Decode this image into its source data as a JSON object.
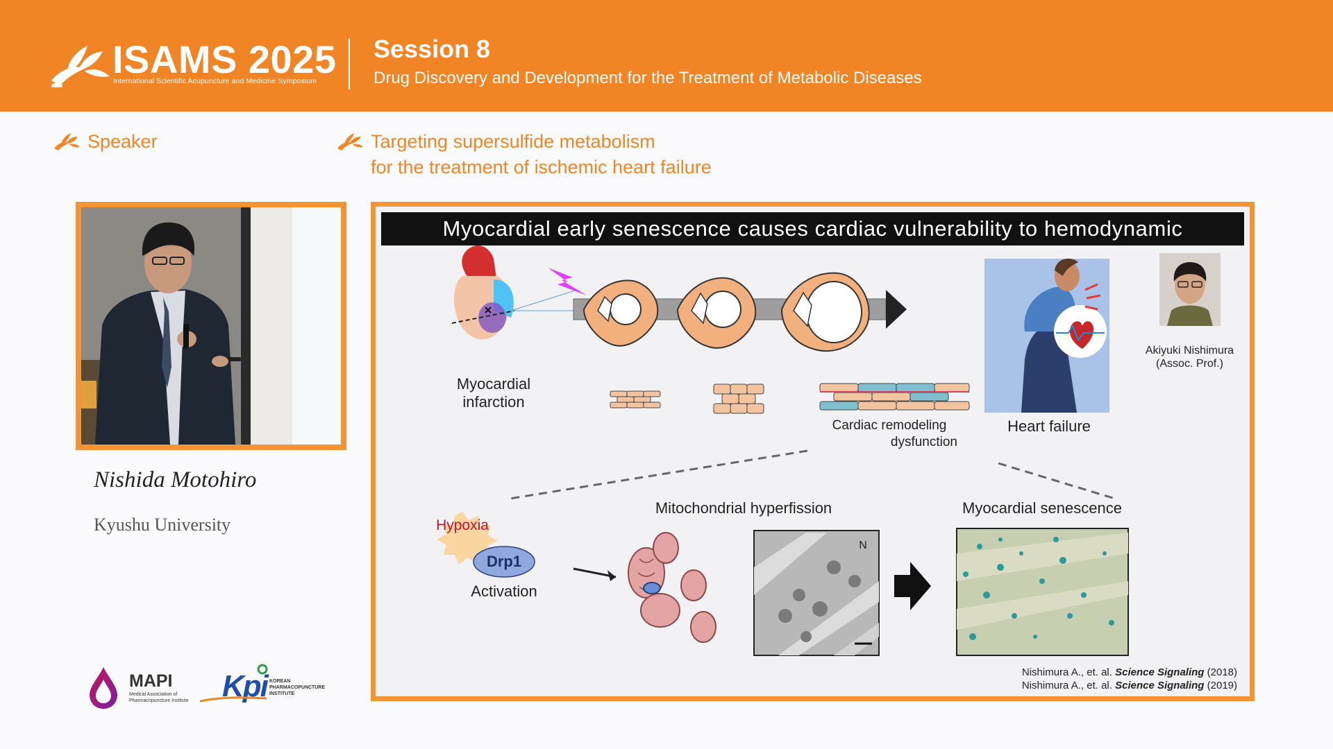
{
  "header": {
    "logo_title": "ISAMS 2025",
    "logo_subtitle": "International Scientific Acupuncture and Medicine Symposium",
    "session_title": "Session 8",
    "session_subtitle": "Drug Discovery and Development for the Treatment of Metabolic Diseases"
  },
  "sections": {
    "speaker_label": "Speaker",
    "talk_title_line1": "Targeting supersulfide metabolism",
    "talk_title_line2": "for the treatment of ischemic heart failure"
  },
  "speaker": {
    "name": "Nishida Motohiro",
    "affiliation": "Kyushu University"
  },
  "footer": {
    "mapi_name": "MAPI",
    "mapi_sub1": "Medical Association of",
    "mapi_sub2": "Pharmacopuncture Institute",
    "kpi_name": "KPI",
    "kpi_sub1": "KOREAN",
    "kpi_sub2": "PHARMACOPUNCTURE",
    "kpi_sub3": "INSTITUTE"
  },
  "slide": {
    "title": "Myocardial early senescence causes cardiac vulnerability to hemodynamic",
    "myocardial_infarction_1": "Myocardial",
    "myocardial_infarction_2": "infarction",
    "remodeling_1": "Cardiac remodeling",
    "remodeling_2": "dysfunction",
    "heart_failure": "Heart failure",
    "researcher_name": "Akiyuki Nishimura",
    "researcher_title": "(Assoc. Prof.)",
    "hypoxia": "Hypoxia",
    "drp1": "Drp1",
    "activation": "Activation",
    "mito_label": "Mitochondrial hyperfission",
    "em_marker": "N",
    "senescence_label": "Myocardial senescence",
    "cite1_author": "Nishimura A., et. al.",
    "cite1_journal": "Science Signaling",
    "cite1_year": "(2018)",
    "cite2_author": "Nishimura A., et. al.",
    "cite2_journal": "Science Signaling",
    "cite2_year": "(2019)"
  },
  "colors": {
    "brand_orange": "#f18424",
    "frame_orange": "#f39437",
    "hypoxia_red": "#c8102e",
    "drp1_blue": "#8fa8de"
  }
}
